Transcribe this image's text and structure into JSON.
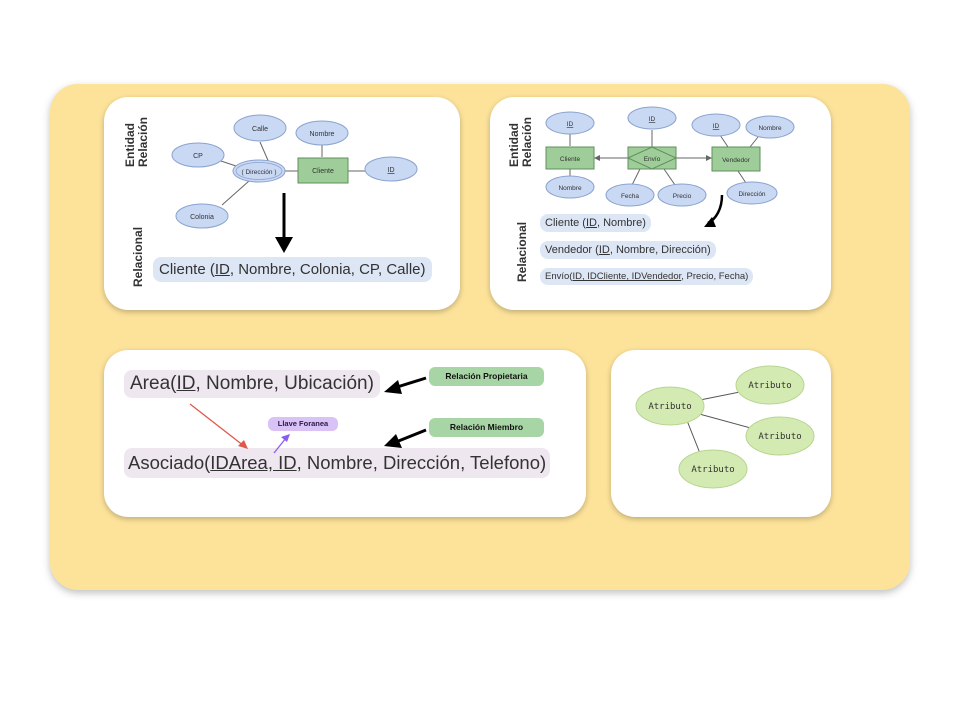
{
  "card1": {
    "label_entidad": "Entidad",
    "label_relacion": "Relación",
    "label_relacional": "Relacional",
    "attr_calle": "Calle",
    "attr_nombre": "Nombre",
    "attr_cp": "CP",
    "attr_direccion": "( Dirección )",
    "entity_cliente": "Cliente",
    "attr_id": "ID",
    "attr_colonia": "Colonia",
    "schema_prefix": "Cliente (",
    "schema_key": "ID",
    "schema_rest": ", Nombre, Colonia, CP, Calle)"
  },
  "card2": {
    "label_entidad": "Entidad",
    "label_relacion": "Relación",
    "label_relacional": "Relacional",
    "attr_id_cliente": "ID",
    "entity_cliente": "Cliente",
    "attr_nombre_cliente": "Nombre",
    "attr_id_envio": "ID",
    "relation_envio": "Envío",
    "attr_fecha": "Fecha",
    "attr_precio": "Precio",
    "attr_id_vendedor": "ID",
    "attr_nombre_vendedor": "Nombre",
    "entity_vendedor": "Vendedor",
    "attr_direccion": "Dirección",
    "schema1_prefix": "Cliente (",
    "schema1_key": "ID",
    "schema1_rest": ", Nombre)",
    "schema2_prefix": "Vendedor (",
    "schema2_key": "ID",
    "schema2_rest": ", Nombre, Dirección)",
    "schema3_prefix": "Envío(",
    "schema3_keys": "ID, IDCliente, IDVendedor",
    "schema3_rest": ", Precio, Fecha)"
  },
  "card3": {
    "area_prefix": "Area(",
    "area_key": "ID",
    "area_rest": ", Nombre, Ubicación)",
    "asociado_prefix": "Asociado(",
    "asociado_keys": "IDArea, ID",
    "asociado_rest": ", Nombre, Dirección, Telefono)",
    "tag_propietaria": "Relación Propietaria",
    "tag_miembro": "Relación Miembro",
    "tag_foranea": "Llave Foranea"
  },
  "card4": {
    "attr1": "Atributo",
    "attr2": "Atributo",
    "attr3": "Atributo",
    "attr4": "Atributo"
  },
  "colors": {
    "board": "#fde39a",
    "attribute_fill": "#c9d8f3",
    "entity_fill": "#9fcd9a",
    "green_tag": "#a8d5a5",
    "purple_tag": "#d9c2f5",
    "node_fill": "#d4eab3",
    "red_arrow": "#e0584a",
    "purple_arrow": "#8a5cf0"
  }
}
